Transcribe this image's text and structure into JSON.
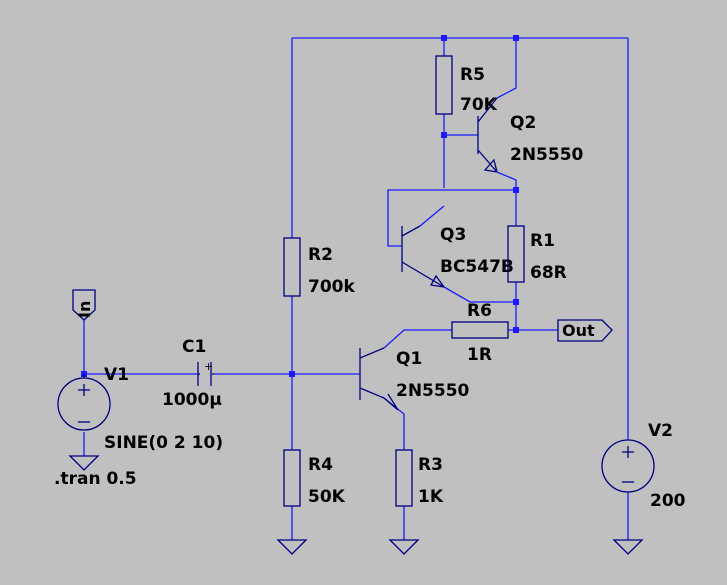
{
  "colors": {
    "background": "#c0c0c0",
    "wire": "#1a1aff",
    "component": "#000080",
    "text": "#000000"
  },
  "components": {
    "R5": {
      "ref": "R5",
      "value": "70K"
    },
    "Q2": {
      "ref": "Q2",
      "value": "2N5550"
    },
    "Q3": {
      "ref": "Q3",
      "value": "BC547B"
    },
    "R1": {
      "ref": "R1",
      "value": "68R"
    },
    "R2": {
      "ref": "R2",
      "value": "700k"
    },
    "R6": {
      "ref": "R6",
      "value": "1R"
    },
    "C1": {
      "ref": "C1",
      "value": "1000µ",
      "plus": "+"
    },
    "V1": {
      "ref": "V1",
      "value": "SINE(0 2 10)"
    },
    "Q1": {
      "ref": "Q1",
      "value": "2N5550"
    },
    "V2": {
      "ref": "V2",
      "value": "200"
    },
    "R4": {
      "ref": "R4",
      "value": "50K"
    },
    "R3": {
      "ref": "R3",
      "value": "1K"
    }
  },
  "labels": {
    "in": "In",
    "out": "Out"
  },
  "directive": ".tran 0.5"
}
